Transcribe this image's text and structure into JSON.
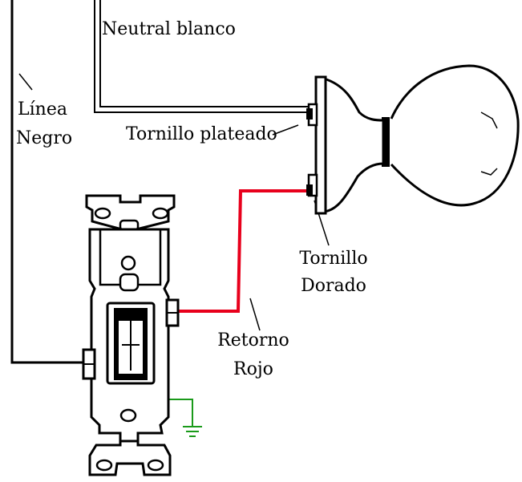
{
  "labels": {
    "neutral": "Neutral blanco",
    "line_1": "Línea",
    "line_2": "Negro",
    "silver_screw": "Tornillo plateado",
    "gold_screw_1": "Tornillo",
    "gold_screw_2": "Dorado",
    "return_1": "Retorno",
    "return_2": "Rojo"
  },
  "colors": {
    "line_wire": "#000000",
    "neutral_wire": "#ffffff",
    "return_wire": "#e8001c",
    "ground_wire": "#1a9a1a"
  },
  "icons": {
    "switch": "light-switch-icon",
    "bulb": "light-bulb-icon",
    "ground": "ground-symbol-icon"
  }
}
